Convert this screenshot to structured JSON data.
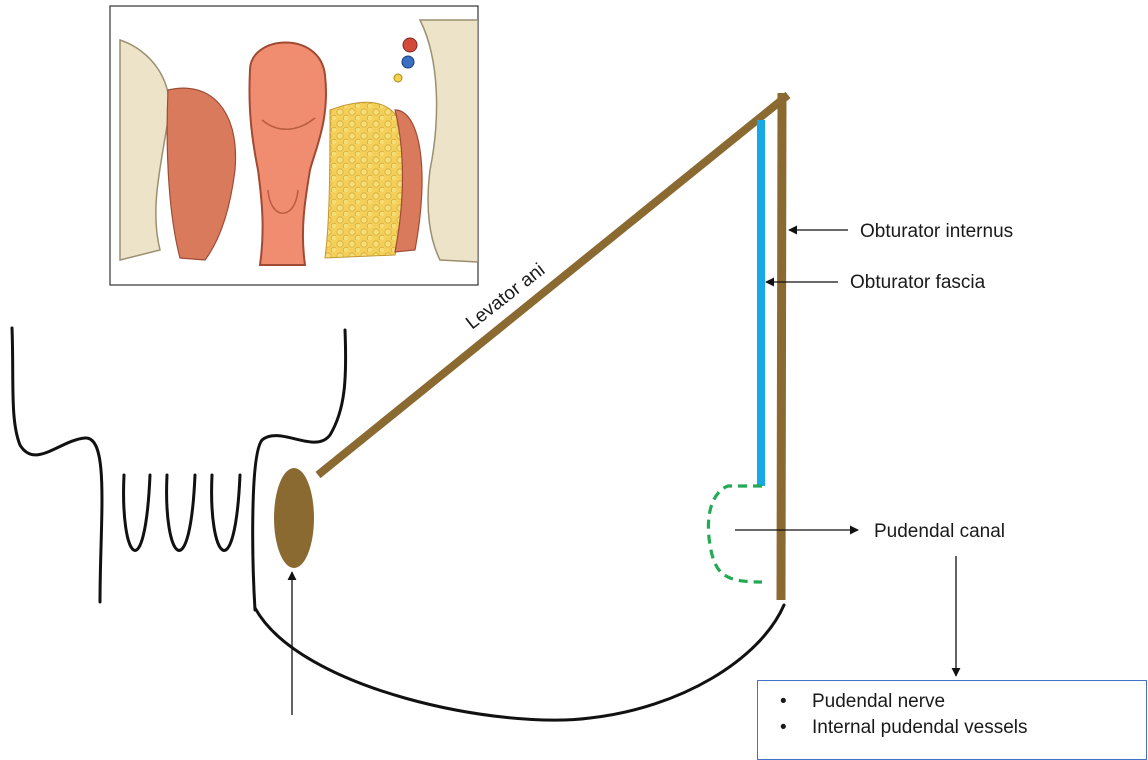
{
  "labels": {
    "levator_ani": "Levator ani",
    "obturator_internus": "Obturator internus",
    "obturator_fascia": "Obturator fascia",
    "pudendal_canal": "Pudendal canal"
  },
  "canal_contents": {
    "items": [
      "Pudendal nerve",
      "Internal pudendal vessels"
    ]
  },
  "colors": {
    "muscle_brown": "#8B6A32",
    "fascia_blue": "#16A9E6",
    "canal_green": "#22AA55",
    "outline_black": "#111111",
    "list_border": "#4472c4"
  },
  "inset_image": {
    "description_icon": "pelvic-anatomy-illustration-icon"
  }
}
